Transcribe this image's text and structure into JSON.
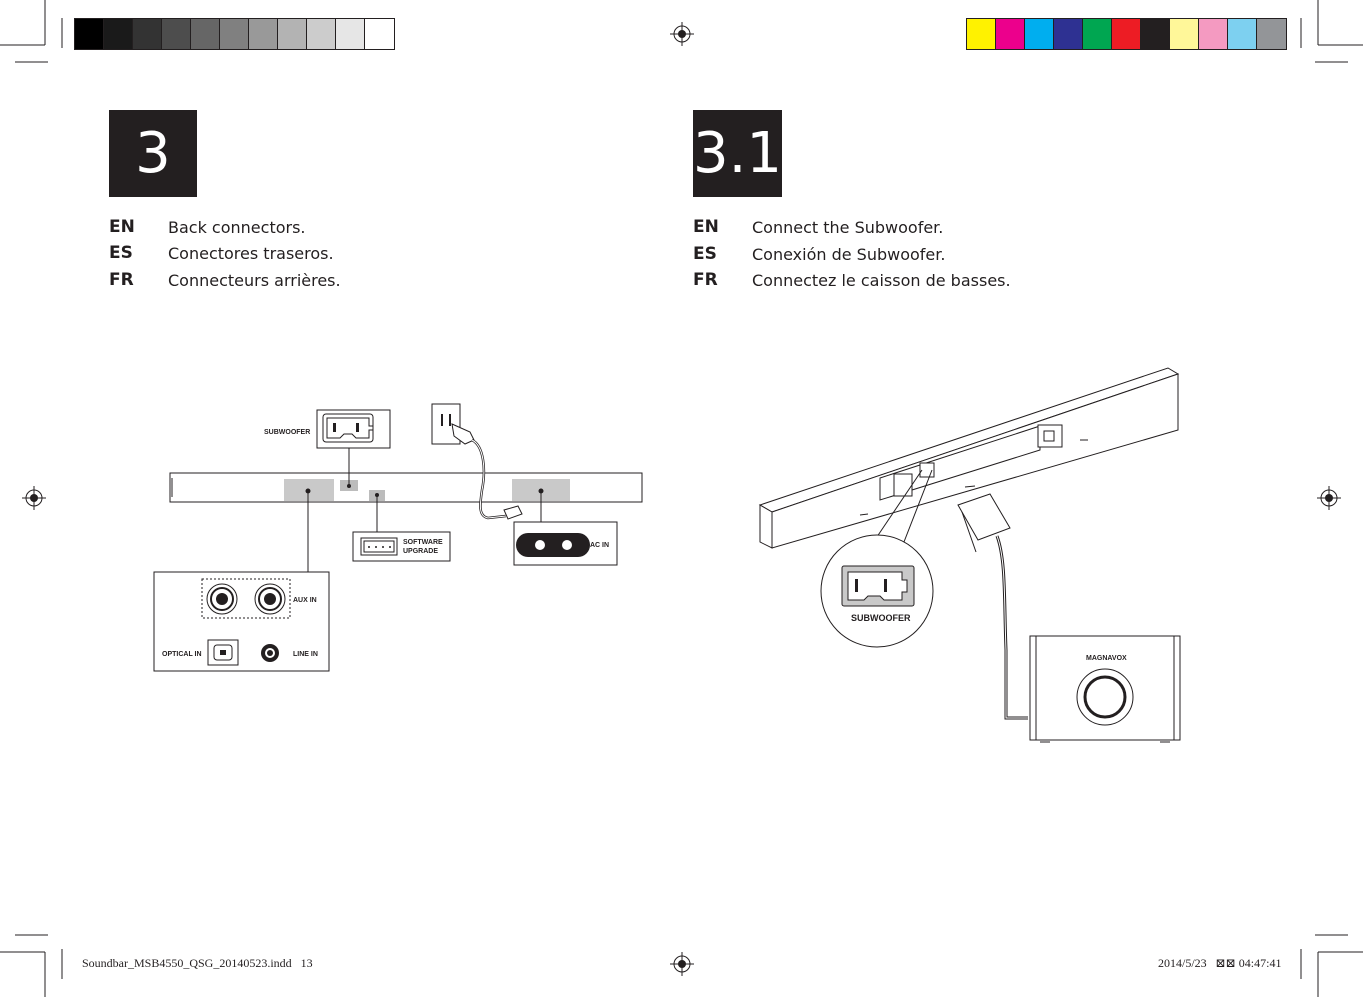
{
  "colors": {
    "gray_ramp": [
      "#000000",
      "#1a1a1a",
      "#333333",
      "#4d4d4d",
      "#666666",
      "#808080",
      "#999999",
      "#b3b3b3",
      "#cccccc",
      "#e6e6e6",
      "#ffffff"
    ],
    "color_bar": [
      "#fff200",
      "#ec008c",
      "#00aeef",
      "#2e3192",
      "#00a651",
      "#ed1c24",
      "#231f20",
      "#fff799",
      "#f49ac1",
      "#7dd0f0",
      "#939598"
    ]
  },
  "left": {
    "step": "3",
    "captions": [
      {
        "lang": "EN",
        "text": "Back connectors."
      },
      {
        "lang": "ES",
        "text": "Conectores traseros."
      },
      {
        "lang": "FR",
        "text": "Connecteurs arrières."
      }
    ],
    "labels": {
      "subwoofer": "SUBWOOFER",
      "software_1": "SOFTWARE",
      "software_2": "UPGRADE",
      "ac_in": "AC IN",
      "aux_in": "AUX IN",
      "optical_in": "OPTICAL IN",
      "line_in": "LINE IN"
    }
  },
  "right": {
    "step": "3.1",
    "captions": [
      {
        "lang": "EN",
        "text": "Connect the Subwoofer."
      },
      {
        "lang": "ES",
        "text": "Conexión de Subwoofer."
      },
      {
        "lang": "FR",
        "text": "Connectez le caisson de basses."
      }
    ],
    "labels": {
      "subwoofer": "SUBWOOFER",
      "brand": "MAGNAVOX"
    }
  },
  "footer": {
    "file": "Soundbar_MSB4550_QSG_20140523.indd   13",
    "date": "2014/5/23   ⊠⊠ 04:47:41"
  }
}
